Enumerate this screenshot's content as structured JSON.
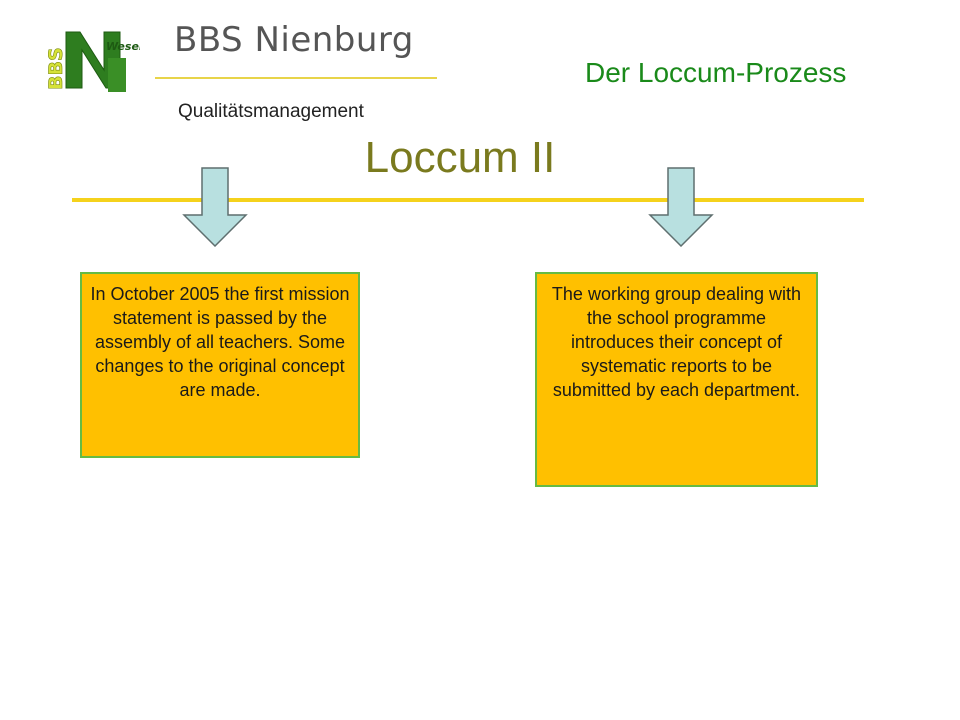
{
  "header": {
    "brand": "BBS Nienburg",
    "subtitle": "Qualitätsmanagement",
    "process_title": "Der Loccum-Prozess",
    "logo_letters": "BBS",
    "logo_word": "Weser"
  },
  "slide": {
    "title": "Loccum II"
  },
  "boxes": {
    "left": "In October 2005 the first mission statement is passed by the assembly of all teachers. Some changes to the original concept are made.",
    "right": "The working group dealing with the school programme introduces their concept of systematic reports to be submitted by each department."
  },
  "colors": {
    "box_fill": "#ffc000",
    "box_border": "#66bb44",
    "timeline": "#f5d21c",
    "arrow_fill": "#b8e0e0",
    "process_title": "#1a8a1a",
    "slide_title": "#7a7a1e"
  },
  "icons": {
    "logo": "bbs-nienburg-logo",
    "arrows": "down-arrow-icon"
  }
}
